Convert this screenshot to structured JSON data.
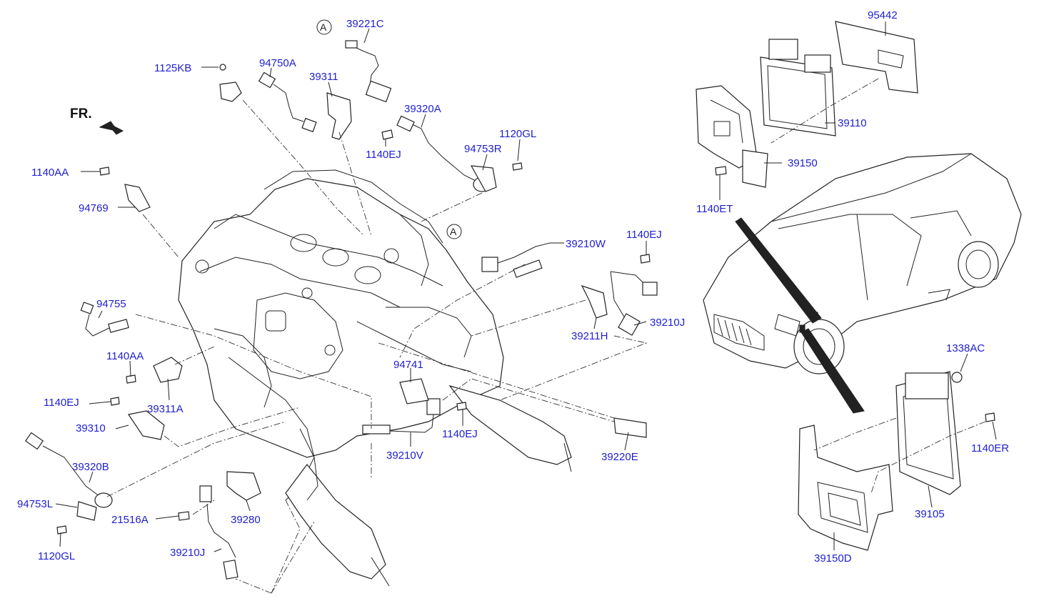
{
  "direction": {
    "label": "FR."
  },
  "view_markers": [
    "A",
    "A"
  ],
  "parts": {
    "p39221C": "39221C",
    "p95442": "95442",
    "p94750A": "94750A",
    "p1125KB": "1125KB",
    "p39311": "39311",
    "p39320A": "39320A",
    "p1120GL_top": "1120GL",
    "p94753R": "94753R",
    "p1140EJ_top": "1140EJ",
    "p1140AA_top": "1140AA",
    "p94769": "94769",
    "p39110": "39110",
    "p39150": "39150",
    "p1140ET": "1140ET",
    "p39210W": "39210W",
    "p1140EJ_right": "1140EJ",
    "p94755": "94755",
    "p39210J_right": "39210J",
    "p39211H": "39211H",
    "p1140AA_mid": "1140AA",
    "p1338AC": "1338AC",
    "p94741": "94741",
    "p39311A": "39311A",
    "p1140EJ_left": "1140EJ",
    "p39310": "39310",
    "p1140EJ_mid": "1140EJ",
    "p39220E": "39220E",
    "p1140ER": "1140ER",
    "p39210V": "39210V",
    "p39320B": "39320B",
    "p94753L": "94753L",
    "p21516A": "21516A",
    "p39280": "39280",
    "p39105": "39105",
    "p1120GL_bottom": "1120GL",
    "p39210J_bottom": "39210J",
    "p39150D": "39150D"
  }
}
